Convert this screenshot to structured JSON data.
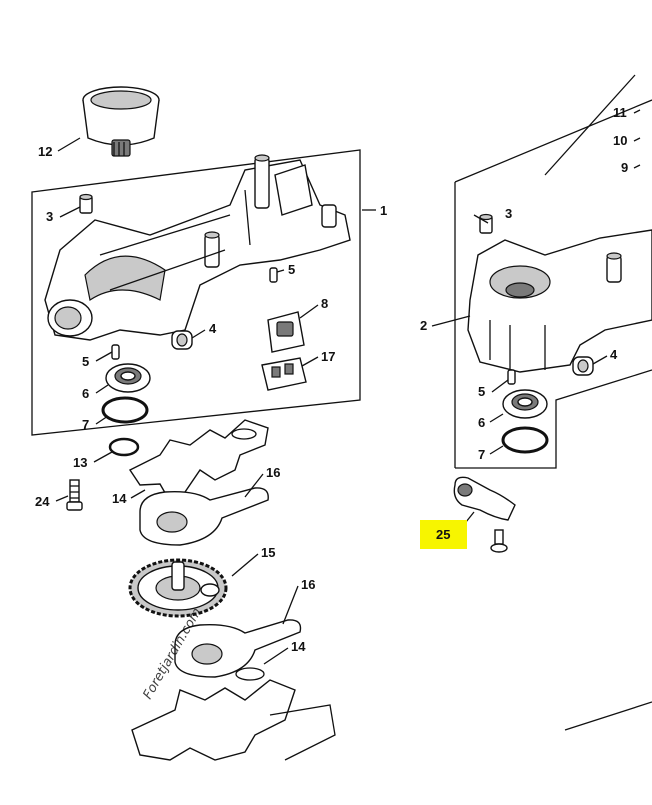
{
  "callouts": {
    "c1": "1",
    "c2": "2",
    "c3a": "3",
    "c3b": "3",
    "c4a": "4",
    "c4b": "4",
    "c5a": "5",
    "c5b": "5",
    "c5c": "5",
    "c6a": "6",
    "c6b": "6",
    "c7a": "7",
    "c7b": "7",
    "c8": "8",
    "c9": "9",
    "c10": "10",
    "c11": "11",
    "c12": "12",
    "c13": "13",
    "c14a": "14",
    "c14b": "14",
    "c15": "15",
    "c16a": "16",
    "c16b": "16",
    "c17": "17",
    "c24": "24",
    "c25": "25"
  },
  "watermark": {
    "text": "Foretjardin.com",
    "colors": {
      "green": "#c8dea2",
      "orange": "#f2c08e",
      "gray": "#cfc8b8"
    }
  },
  "highlight_color": "#f7f500"
}
